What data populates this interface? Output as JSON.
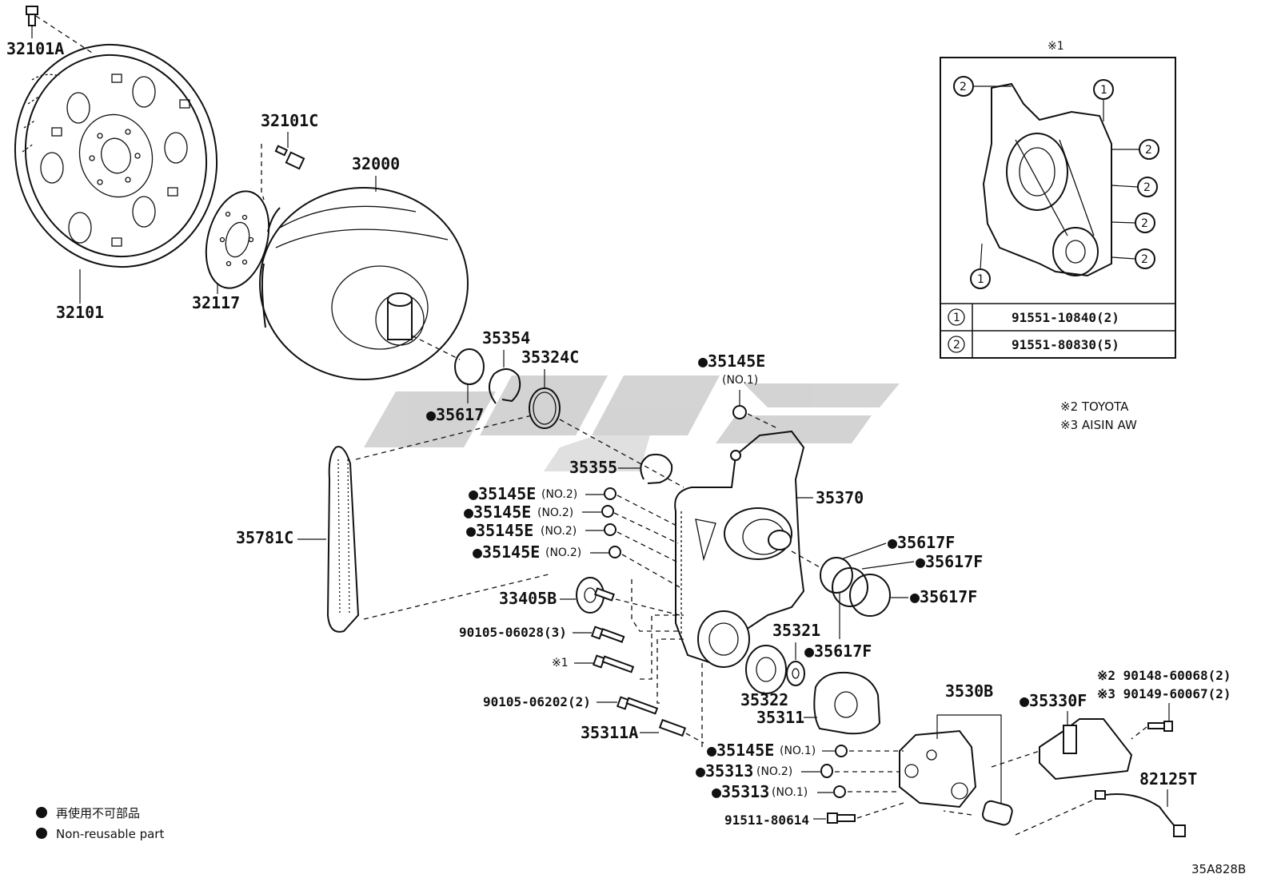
{
  "labels": {
    "p32101A": "32101A",
    "p32101": "32101",
    "p32101C": "32101C",
    "p32117": "32117",
    "p32000": "32000",
    "p35354": "35354",
    "p35324C": "35324C",
    "p35617": "35617",
    "p35145E_top": "35145E",
    "no1_paren": "(NO.1)",
    "p35355": "35355",
    "p35370": "35370",
    "p35145E": "35145E",
    "no2_paren": "(NO.2)",
    "no1_paren_b": "(NO.1)",
    "p35781C": "35781C",
    "p33405B": "33405B",
    "p90105_06028": "90105-06028(3)",
    "ref1": "※1",
    "p90105_06202": "90105-06202(2)",
    "p35311A": "35311A",
    "p35617F": "35617F",
    "p35321": "35321",
    "p35322": "35322",
    "p35311": "35311",
    "p3530B": "3530B",
    "p35330F": "35330F",
    "p90148": "※2 90148-60068(2)",
    "p90149": "※3 90149-60067(2)",
    "p82125T": "82125T",
    "p35313": "35313",
    "p91511": "91511-80614",
    "diagram_code": "35A828B"
  },
  "inset": {
    "title": "※1",
    "callout_1": "1",
    "callout_2": "2",
    "table": [
      {
        "ref": "1",
        "part": "91551-10840(2)"
      },
      {
        "ref": "2",
        "part": "91551-80830(5)"
      }
    ]
  },
  "notes": {
    "toyota": "※2 TOYOTA",
    "aisin": "※3 AISIN AW"
  },
  "legend": {
    "jp": "再使用不可部品",
    "en": "Non-reusable part"
  },
  "watermark": {
    "color": "#c8c8c8"
  }
}
